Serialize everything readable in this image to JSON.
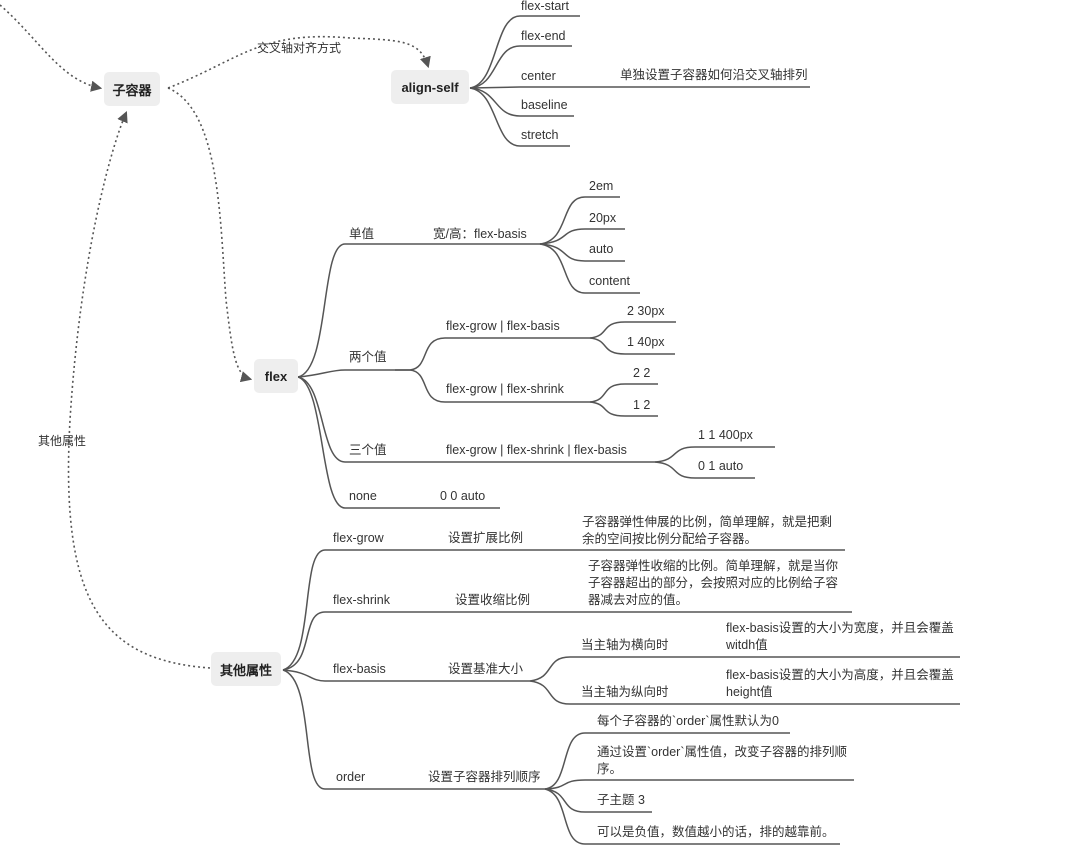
{
  "nodes": {
    "child_container": "子容器",
    "align_self": "align-self",
    "flex": "flex",
    "other_props": "其他属性"
  },
  "links": {
    "cross_axis": "交叉轴对齐方式",
    "other_props": "其他属性"
  },
  "align_self": {
    "values": [
      "flex-start",
      "flex-end",
      "center",
      "baseline",
      "stretch"
    ],
    "center_note": "单独设置子容器如何沿交叉轴排列"
  },
  "flex": {
    "single": {
      "label": "单值",
      "desc": "宽/高：flex-basis",
      "values": [
        "2em",
        "20px",
        "auto",
        "content"
      ]
    },
    "two": {
      "label": "两个值",
      "grow_basis": "flex-grow | flex-basis",
      "grow_basis_values": [
        "2 30px",
        "1 40px"
      ],
      "grow_shrink": "flex-grow | flex-shrink",
      "grow_shrink_values": [
        "2 2",
        "1 2"
      ]
    },
    "three": {
      "label": "三个值",
      "desc": "flex-grow | flex-shrink | flex-basis",
      "values": [
        "1 1 400px",
        "0 1 auto"
      ]
    },
    "none": {
      "label": "none",
      "desc": "0 0 auto"
    }
  },
  "other": {
    "grow": {
      "name": "flex-grow",
      "title": "设置扩展比例",
      "desc": "子容器弹性伸展的比例，简单理解，就是把剩余的空间按比例分配给子容器。"
    },
    "shrink": {
      "name": "flex-shrink",
      "title": "设置收缩比例",
      "desc": "子容器弹性收缩的比例。简单理解，就是当你子容器超出的部分，会按照对应的比例给子容器减去对应的值。"
    },
    "basis": {
      "name": "flex-basis",
      "title": "设置基准大小",
      "horizontal": "当主轴为横向时",
      "horizontal_desc": "flex-basis设置的大小为宽度，并且会覆盖witdh值",
      "vertical": "当主轴为纵向时",
      "vertical_desc": "flex-basis设置的大小为高度，并且会覆盖height值"
    },
    "order": {
      "name": "order",
      "title": "设置子容器排列顺序",
      "items": [
        "每个子容器的`order`属性默认为0",
        "通过设置`order`属性值，改变子容器的排列顺序。",
        "子主题 3",
        "可以是负值，数值越小的话，排的越靠前。"
      ]
    }
  }
}
